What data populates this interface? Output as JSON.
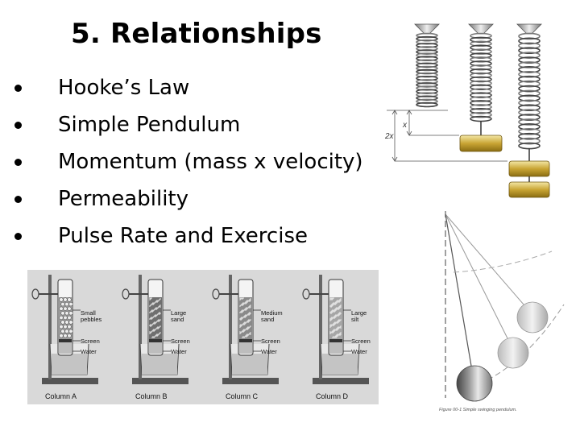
{
  "slide": {
    "title": "5. Relationships",
    "bullets": [
      "Hooke’s Law",
      "Simple Pendulum",
      "Momentum (mass x velocity)",
      "Permeability",
      "Pulse Rate and Exercise"
    ]
  },
  "springs_figure": {
    "label_x": "x",
    "label_2x": "2x"
  },
  "columns_figure": {
    "columns": [
      {
        "name": "Column A",
        "material": [
          "Small",
          "pebbles"
        ]
      },
      {
        "name": "Column B",
        "material": [
          "Large",
          "sand"
        ]
      },
      {
        "name": "Column C",
        "material": [
          "Medium",
          "sand"
        ]
      },
      {
        "name": "Column D",
        "material": [
          "Large",
          "silt"
        ]
      }
    ],
    "screen_label": "Screen",
    "water_label": "Water"
  },
  "pendulum_figure": {
    "caption": "Figure 00-1 Simple swinging pendulum."
  }
}
